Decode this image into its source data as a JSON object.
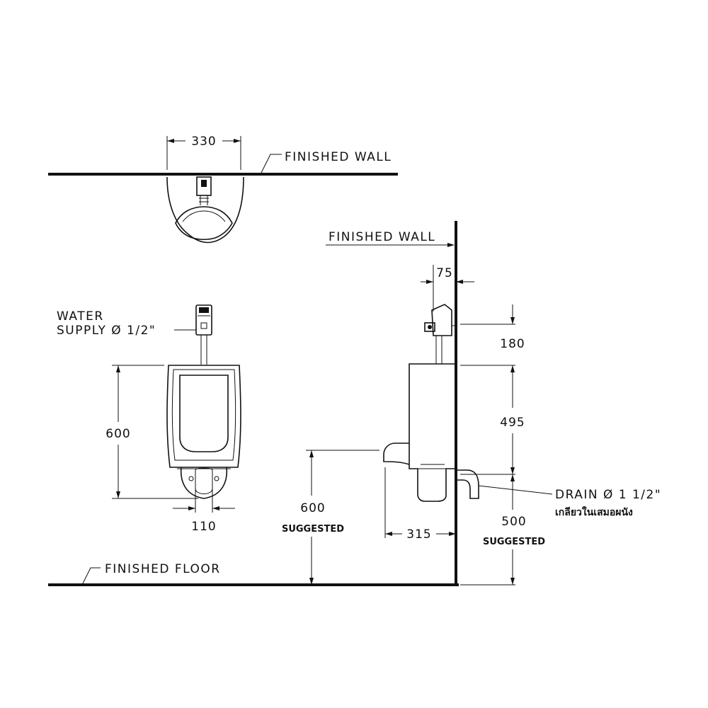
{
  "labels": {
    "finished_wall_top": "FINISHED  WALL",
    "finished_wall_side": "FINISHED  WALL",
    "finished_floor": "FINISHED  FLOOR",
    "water_supply_line1": "WATER",
    "water_supply_line2": "SUPPLY  Ø 1/2\"",
    "drain": "DRAIN  Ø  1  1/2\"",
    "drain_thai": "เกลียวในเสมอผนัง",
    "suggested_left": "SUGGESTED",
    "suggested_right": "SUGGESTED"
  },
  "dimensions": {
    "top_width": "330",
    "wall_offset": "75",
    "valve_height": "180",
    "body_height_side": "495",
    "body_height_front": "600",
    "drain_width": "110",
    "rim_height": "600",
    "depth": "315",
    "drain_height": "500"
  }
}
